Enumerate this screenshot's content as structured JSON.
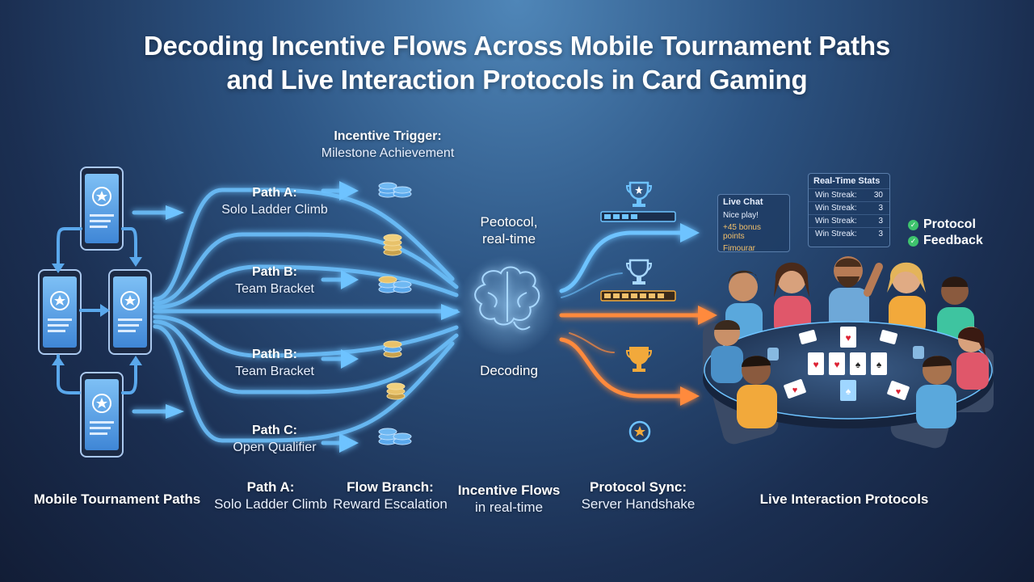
{
  "title": {
    "line1": "Decoding Incentive Flows Across Mobile Tournament Paths",
    "line2": "and Live Interaction Protocols in Card Gaming"
  },
  "labels": {
    "incentive_trigger": {
      "heading": "Incentive Trigger:",
      "sub": "Milestone Achievement"
    },
    "path_a": {
      "heading": "Path A:",
      "sub": "Solo Ladder Climb"
    },
    "path_b1": {
      "heading": "Path B:",
      "sub": "Team Bracket"
    },
    "path_b2": {
      "heading": "Path B:",
      "sub": "Team Bracket"
    },
    "path_c": {
      "heading": "Path C:",
      "sub": "Open Qualifier"
    },
    "protocol_realtime": {
      "line1": "Peotocol,",
      "line2": "real-time"
    },
    "decoding": "Decoding"
  },
  "bottom_labels": {
    "mobile_paths": "Mobile Tournament Paths",
    "path_a": {
      "heading": "Path A:",
      "sub": "Solo Ladder Climb"
    },
    "flow_branch": {
      "heading": "Flow Branch:",
      "sub": "Reward Escalation"
    },
    "incentive_flows": {
      "heading": "Incentive Flows",
      "sub": "in real-time"
    },
    "protocol_sync": {
      "heading": "Protocol Sync:",
      "sub": "Server Handshake"
    },
    "live_protocols": "Live Interaction Protocols"
  },
  "live_chat": {
    "title": "Live Chat",
    "lines": [
      "Nice play!",
      "+45 bonus points",
      "Fimourar"
    ]
  },
  "realtime_stats": {
    "title": "Real-Time Stats",
    "rows": [
      {
        "label": "Win Streak:",
        "value": "30"
      },
      {
        "label": "Win Streak:",
        "value": "3"
      },
      {
        "label": "Win Streak:",
        "value": "3"
      },
      {
        "label": "Win Streak:",
        "value": "3"
      }
    ]
  },
  "feedback": {
    "line1": "Protocol",
    "line2": "Feedback"
  },
  "colors": {
    "blue_flow": "#6ec3ff",
    "orange_flow": "#ff8a3c",
    "phone_screen": "#5aa8ec",
    "trophy": "#f2a93b",
    "coin": "#e8c26a",
    "check": "#3ec46d"
  }
}
